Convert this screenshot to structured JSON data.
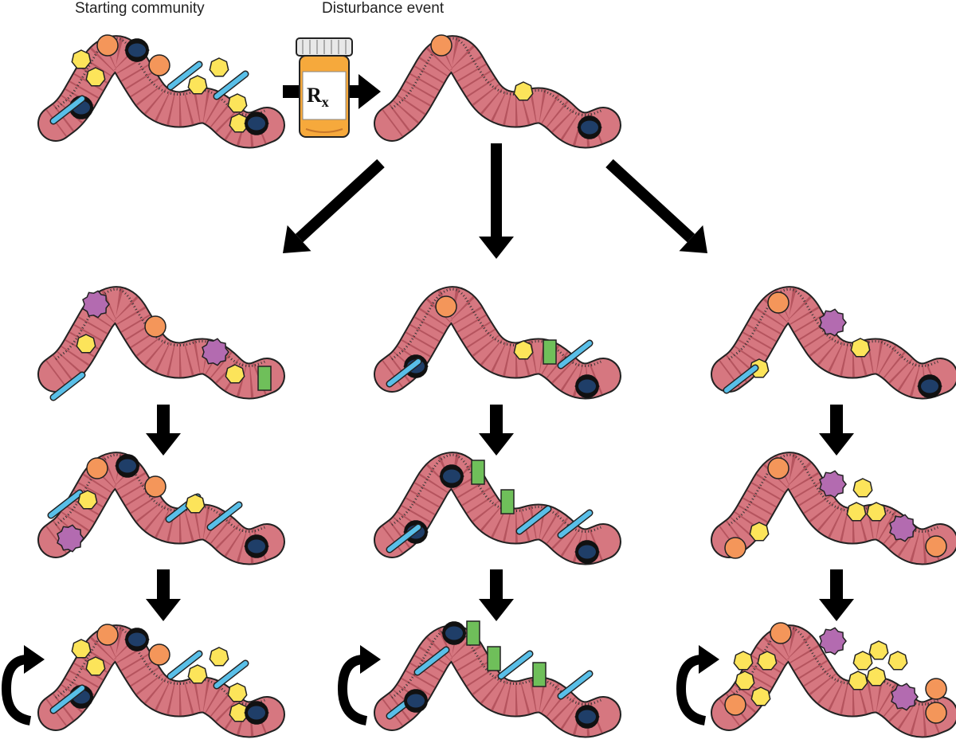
{
  "labels": {
    "starting": "Starting community",
    "disturbance": "Disturbance event"
  },
  "pill": {
    "symbol_main": "R",
    "symbol_sub": "x"
  },
  "colors": {
    "gut": "#d67780",
    "gut_fold": "#b5545e",
    "rod": "#59bfe8",
    "orange": "#f4965a",
    "yellow": "#fce45a",
    "navy": "#1f3e68",
    "purple": "#b36bb0",
    "green": "#6fbf5a",
    "pill_body": "#f6a93c",
    "arrow": "#000000"
  },
  "legend_icons": [
    "rod-bacterium",
    "orange-cocci",
    "yellow-heptagon",
    "navy-spiky",
    "purple-star",
    "green-rectangle"
  ]
}
